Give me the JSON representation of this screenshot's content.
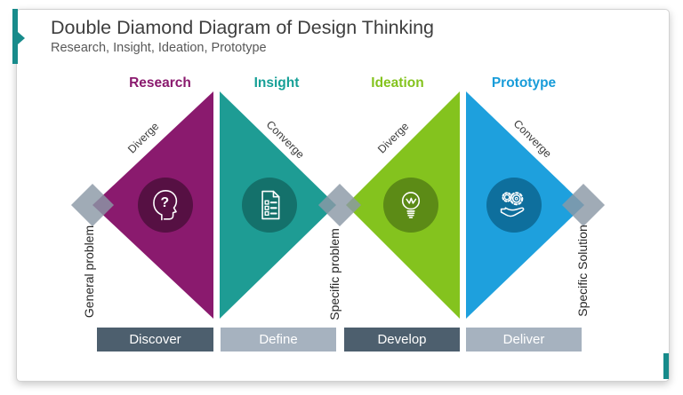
{
  "slide": {
    "title": "Double Diamond Diagram of Design Thinking",
    "subtitle": "Research, Insight, Ideation, Prototype"
  },
  "stages": [
    {
      "label": "Research",
      "direction": "Diverge",
      "phase": "Discover",
      "color": "#8A1A6E",
      "icon_circle_color": "#561043",
      "icon": "head-question-icon",
      "phase_bar_color": "#4D5F6E"
    },
    {
      "label": "Insight",
      "direction": "Converge",
      "phase": "Define",
      "color": "#1E9C94",
      "icon_circle_color": "#14716B",
      "icon": "document-checklist-icon",
      "phase_bar_color": "#A6B2BF"
    },
    {
      "label": "Ideation",
      "direction": "Diverge",
      "phase": "Develop",
      "color": "#84C31E",
      "icon_circle_color": "#5C8B16",
      "icon": "lightbulb-icon",
      "phase_bar_color": "#4D5F6E"
    },
    {
      "label": "Prototype",
      "direction": "Converge",
      "phase": "Deliver",
      "color": "#189CD9",
      "icon_circle_color": "#0E6F9D",
      "icon": "gears-hand-icon",
      "phase_bar_color": "#A6B2BF"
    }
  ],
  "milestones": [
    {
      "label": "General problem"
    },
    {
      "label": "Specific problem"
    },
    {
      "label": "Specific Solution"
    }
  ],
  "icons": {
    "question_glyph": "?"
  },
  "colors": {
    "diamond_gray": "#8B98A6",
    "accent_teal": "#178B8B",
    "title_text": "#3E3E3E",
    "subtitle_text": "#595959"
  }
}
